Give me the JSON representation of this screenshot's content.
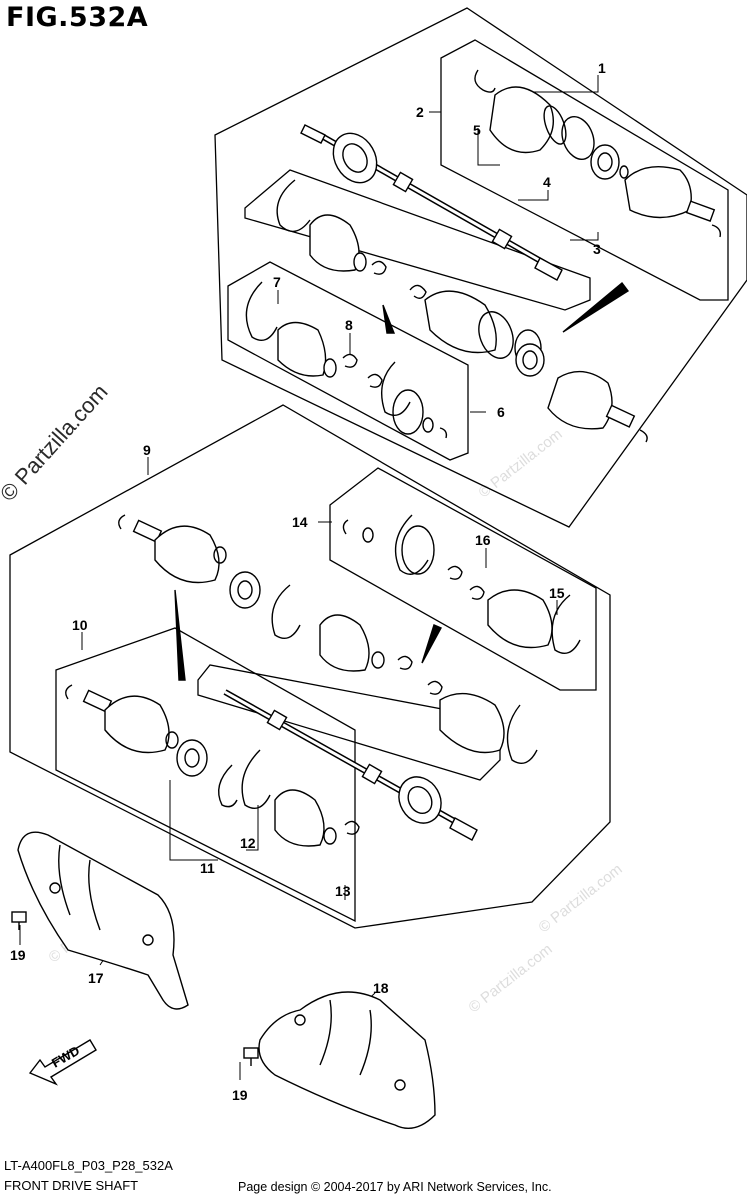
{
  "figure": {
    "title": "FIG.532A",
    "code": "LT-A400FL8_P03_P28_532A",
    "name": "FRONT DRIVE SHAFT",
    "credit": "Page design © 2004-2017 by ARI Network Services, Inc.",
    "watermark": "© Partzilla.com",
    "fwd": "FWD"
  },
  "callouts": [
    {
      "id": "1",
      "label": "1"
    },
    {
      "id": "2",
      "label": "2"
    },
    {
      "id": "3",
      "label": "3"
    },
    {
      "id": "4",
      "label": "4"
    },
    {
      "id": "5",
      "label": "5"
    },
    {
      "id": "6",
      "label": "6"
    },
    {
      "id": "7",
      "label": "7"
    },
    {
      "id": "8",
      "label": "8"
    },
    {
      "id": "9",
      "label": "9"
    },
    {
      "id": "10",
      "label": "10"
    },
    {
      "id": "11",
      "label": "11"
    },
    {
      "id": "12",
      "label": "12"
    },
    {
      "id": "13",
      "label": "13"
    },
    {
      "id": "14",
      "label": "14"
    },
    {
      "id": "15",
      "label": "15"
    },
    {
      "id": "16",
      "label": "16"
    },
    {
      "id": "17",
      "label": "17"
    },
    {
      "id": "18",
      "label": "18"
    },
    {
      "id": "19a",
      "label": "19"
    },
    {
      "id": "19b",
      "label": "19"
    }
  ]
}
